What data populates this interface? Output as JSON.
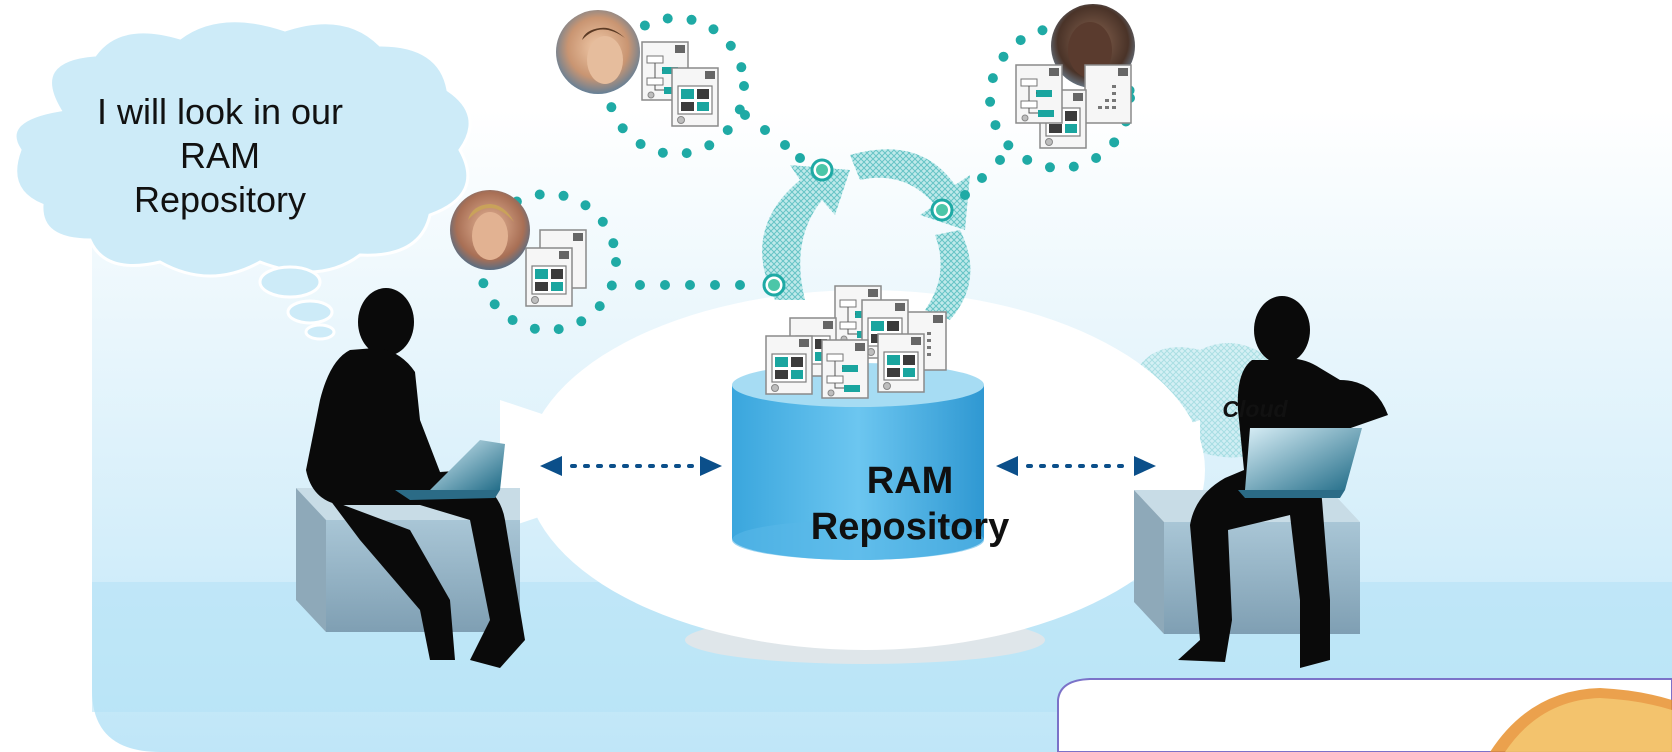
{
  "thought": {
    "lines": [
      "I will look in our",
      "RAM",
      "Repository"
    ]
  },
  "cloud": {
    "label": "Cloud"
  },
  "repository": {
    "lines": [
      "RAM",
      "Repository"
    ]
  },
  "colors": {
    "sky_top": "#ffffff",
    "sky_bottom": "#bfe6f8",
    "floor": "#a6dcf3",
    "thought_cloud": "#cdebf8",
    "dots": "#1faaa5",
    "arrows": "#0b4f8a",
    "cylinder_top": "#a6dcf3",
    "cylinder_body": "#4fb6e8",
    "silhouette": "#0a0a0a",
    "seat": "#8fb3c7"
  }
}
